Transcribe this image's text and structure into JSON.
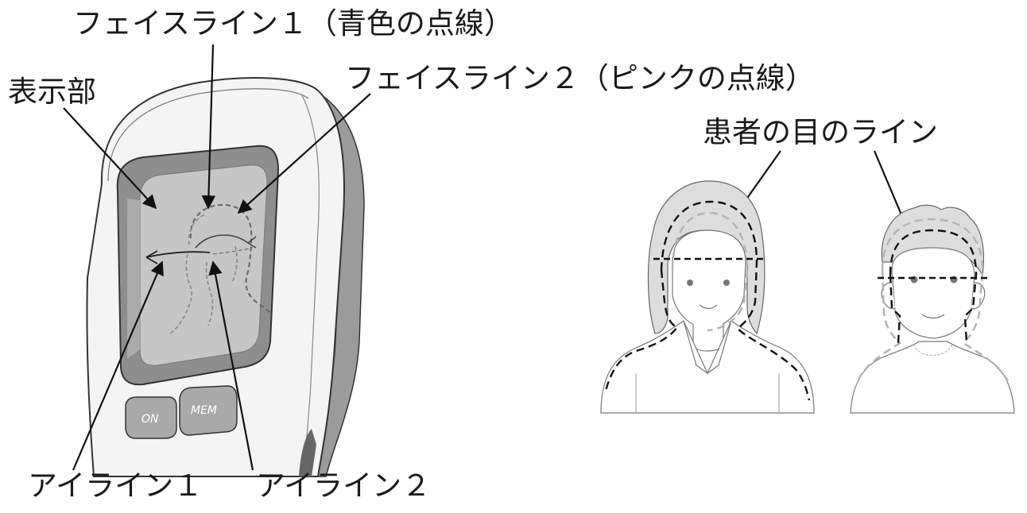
{
  "labels": {
    "face_line_1": "フェイスライン１（青色の点線）",
    "display": "表示部",
    "face_line_2": "フェイスライン２（ピンクの点線）",
    "patient_eye_line": "患者の目のライン",
    "eye_line_1": "アイライン１",
    "eye_line_2": "アイライン２"
  },
  "buttons": {
    "on": "ON",
    "mem": "MEM"
  },
  "colors": {
    "device_outline": "#333333",
    "device_body": "#f4f4f4",
    "screen_frame": "#8e8e8e",
    "screen_inner": "#c6c6c6",
    "button_fill": "#a9a9a9",
    "pointer": "#111111",
    "blue_dash_line": "#555555",
    "pink_dash_line": "#999999",
    "face_line_black": "#111111",
    "face_line_gray": "#b4b4b4"
  }
}
